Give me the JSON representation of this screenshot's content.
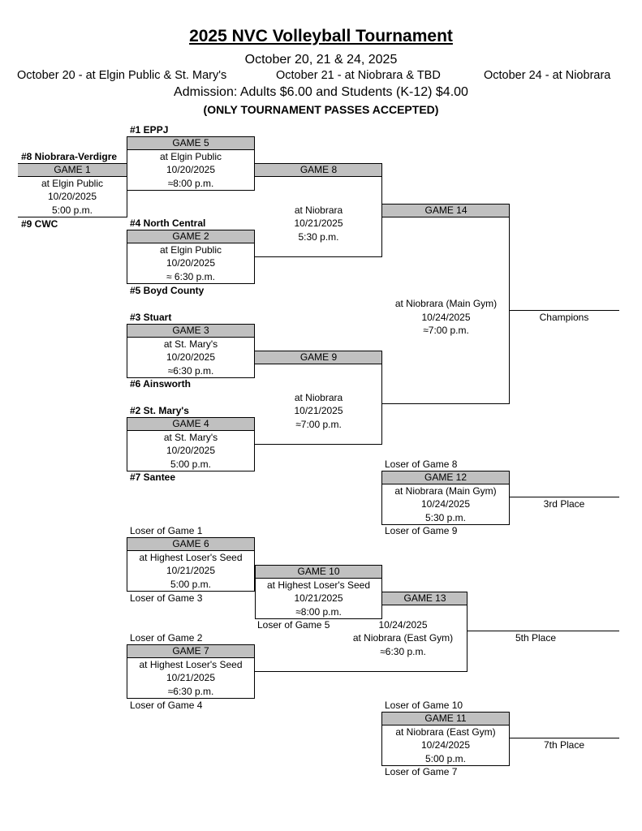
{
  "header": {
    "title": "2025 NVC Volleyball Tournament",
    "subtitle": "October 20, 21 & 24, 2025",
    "date_left": "October 20 - at Elgin Public & St. Mary's",
    "date_mid": "October 21 - at Niobrara & TBD",
    "date_right": "October 24 - at Niobrara",
    "admission": "Admission:  Adults $6.00 and Students (K-12) $4.00",
    "passes": "(ONLY TOURNAMENT PASSES ACCEPTED)"
  },
  "teams": {
    "s1": "#1  EPPJ",
    "s8": "#8  Niobrara-Verdigre",
    "s9": "#9  CWC",
    "s4": "#4  North Central",
    "s5": "#5  Boyd County",
    "s3": "#3  Stuart",
    "s6": "#6  Ainsworth",
    "s2": "#2  St. Mary's",
    "s7": "#7  Santee"
  },
  "games": {
    "g1": {
      "label": "GAME 1",
      "loc": "at Elgin Public",
      "date": "10/20/2025",
      "time": "5:00 p.m."
    },
    "g5": {
      "label": "GAME 5",
      "loc": "at Elgin Public",
      "date": "10/20/2025",
      "time": "≈8:00 p.m."
    },
    "g2": {
      "label": "GAME 2",
      "loc": "at Elgin Public",
      "date": "10/20/2025",
      "time": "≈ 6:30 p.m."
    },
    "g3": {
      "label": "GAME 3",
      "loc": "at St. Mary's",
      "date": "10/20/2025",
      "time": "≈6:30 p.m."
    },
    "g4": {
      "label": "GAME 4",
      "loc": "at St. Mary's",
      "date": "10/20/2025",
      "time": "5:00 p.m."
    },
    "g8": {
      "label": "GAME 8",
      "loc": "at Niobrara",
      "date": "10/21/2025",
      "time": "5:30 p.m."
    },
    "g9": {
      "label": "GAME 9",
      "loc": "at Niobrara",
      "date": "10/21/2025",
      "time": "≈7:00 p.m."
    },
    "g14": {
      "label": "GAME 14",
      "loc": "at Niobrara (Main Gym)",
      "date": "10/24/2025",
      "time": "≈7:00 p.m."
    },
    "g12": {
      "label": "GAME 12",
      "loc": "at Niobrara (Main Gym)",
      "date": "10/24/2025",
      "time": "5:30 p.m.",
      "top": "Loser of Game 8",
      "bottom": "Loser of Game 9"
    },
    "g6": {
      "label": "GAME 6",
      "loc": "at Highest Loser's Seed",
      "date": "10/21/2025",
      "time": "5:00 p.m.",
      "top": "Loser of Game 1",
      "bottom": "Loser of Game 3"
    },
    "g7": {
      "label": "GAME 7",
      "loc": "at Highest Loser's Seed",
      "date": "10/21/2025",
      "time": "≈6:30 p.m.",
      "top": "Loser of Game 2",
      "bottom": "Loser of Game 4"
    },
    "g10": {
      "label": "GAME 10",
      "loc": "at Highest Loser's Seed",
      "date": "10/21/2025",
      "time": "≈8:00 p.m.",
      "bottom": "Loser of Game 5"
    },
    "g13": {
      "label": "GAME 13",
      "date": "10/24/2025",
      "loc": "at Niobrara (East Gym)",
      "time": "≈6:30 p.m."
    },
    "g11": {
      "label": "GAME 11",
      "loc": "at Niobrara (East Gym)",
      "date": "10/24/2025",
      "time": "5:00 p.m.",
      "top": "Loser of Game 10",
      "bottom": "Loser of Game 7"
    }
  },
  "places": {
    "champions": "Champions",
    "third": "3rd Place",
    "fifth": "5th Place",
    "seventh": "7th Place"
  }
}
